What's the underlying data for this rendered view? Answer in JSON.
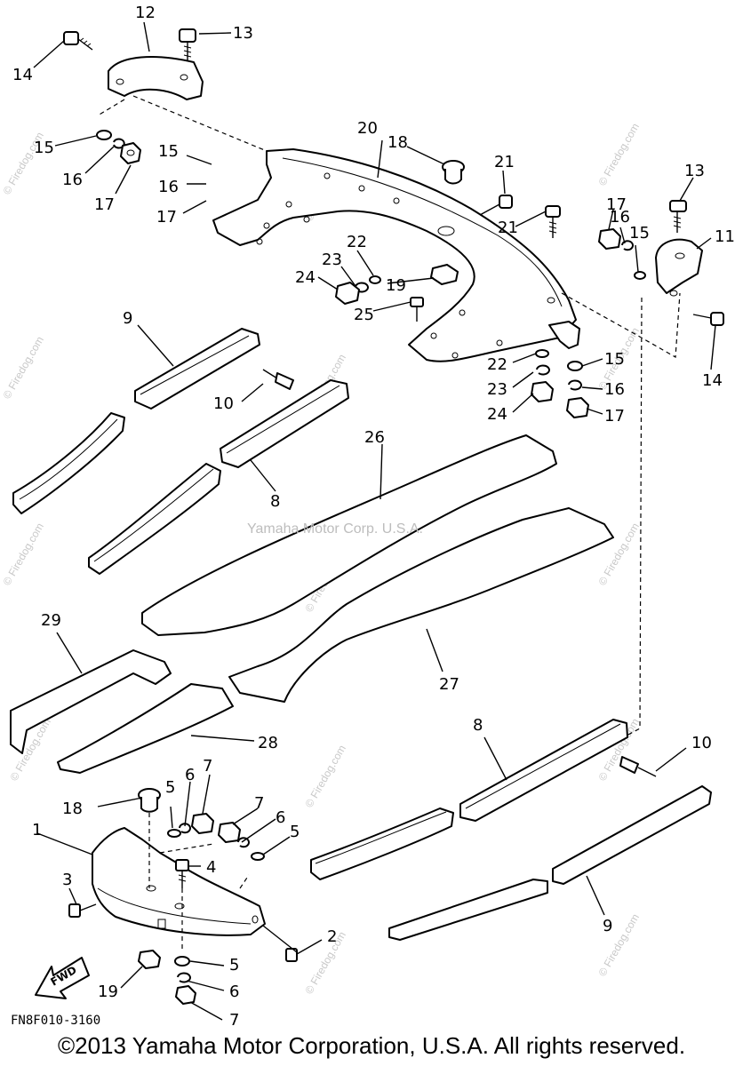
{
  "diagram": {
    "labels": [
      "1",
      "2",
      "3",
      "4",
      "5",
      "6",
      "7",
      "8",
      "9",
      "10",
      "11",
      "12",
      "13",
      "14",
      "15",
      "16",
      "17",
      "18",
      "19",
      "20",
      "21",
      "22",
      "23",
      "24",
      "25",
      "26",
      "27",
      "28",
      "29"
    ],
    "fwd_arrow_text": "FWD",
    "center_watermark": "Yamaha Motor Corp. U.S.A.",
    "watermark": "© Firedog.com"
  },
  "footer": {
    "catalog_code": "FN8F010-3160",
    "copyright": "©2013 Yamaha Motor Corporation, U.S.A. All rights reserved."
  }
}
